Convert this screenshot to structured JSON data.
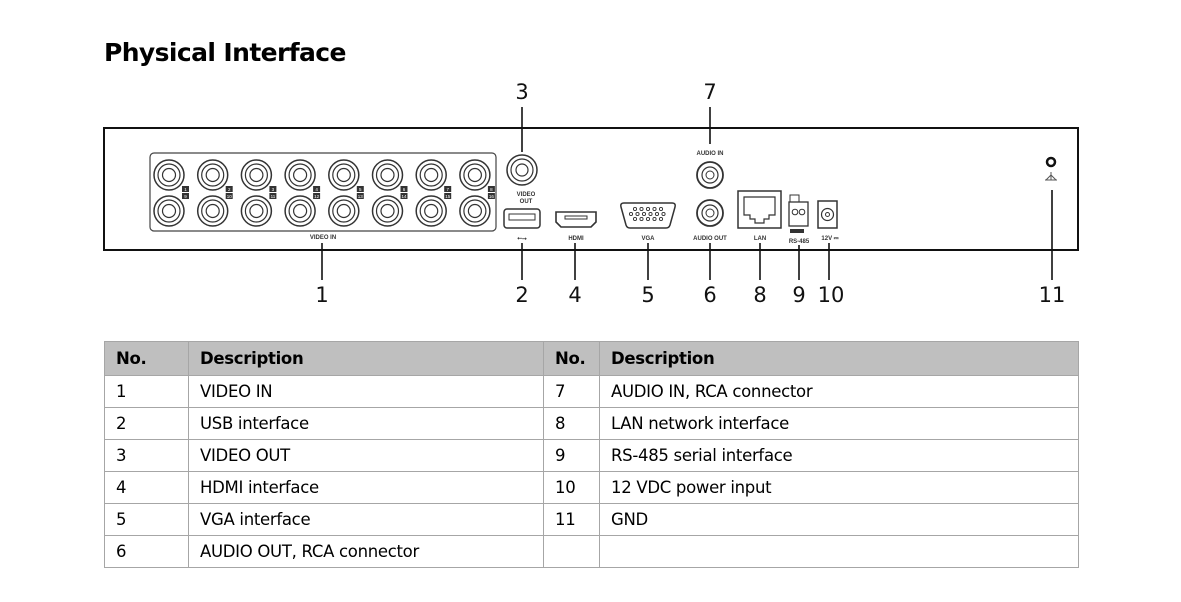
{
  "title": "Physical Interface",
  "diagram": {
    "panel_labels": {
      "video_in": "VIDEO IN",
      "video_out_line1": "VIDEO",
      "video_out_line2": "OUT",
      "usb": "USB",
      "hdmi": "HDMI",
      "vga": "VGA",
      "audio_in": "AUDIO IN",
      "audio_out": "AUDIO OUT",
      "lan": "LAN",
      "rs485": "RS-485",
      "power": "12V ⎓"
    },
    "channel_numbers_top": [
      "1",
      "2",
      "3",
      "4",
      "5",
      "6",
      "7",
      "8"
    ],
    "channel_numbers_bottom": [
      "9",
      "10",
      "11",
      "12",
      "13",
      "14",
      "15",
      "16"
    ],
    "callouts": {
      "c1": "1",
      "c2": "2",
      "c3": "3",
      "c4": "4",
      "c5": "5",
      "c6": "6",
      "c7": "7",
      "c8": "8",
      "c9": "9",
      "c10": "10",
      "c11": "11"
    }
  },
  "table": {
    "headers": [
      "No.",
      "Description",
      "No.",
      "Description"
    ],
    "rows": [
      {
        "no_a": "1",
        "desc_a": "VIDEO IN",
        "no_b": "7",
        "desc_b": "AUDIO IN, RCA connector"
      },
      {
        "no_a": "2",
        "desc_a": "USB interface",
        "no_b": "8",
        "desc_b": "LAN network interface"
      },
      {
        "no_a": "3",
        "desc_a": "VIDEO OUT",
        "no_b": "9",
        "desc_b": "RS-485 serial interface"
      },
      {
        "no_a": "4",
        "desc_a": "HDMI interface",
        "no_b": "10",
        "desc_b": "12 VDC power input"
      },
      {
        "no_a": "5",
        "desc_a": "VGA interface",
        "no_b": "11",
        "desc_b": "GND"
      },
      {
        "no_a": "6",
        "desc_a": "AUDIO OUT, RCA connector",
        "no_b": "",
        "desc_b": ""
      }
    ]
  }
}
